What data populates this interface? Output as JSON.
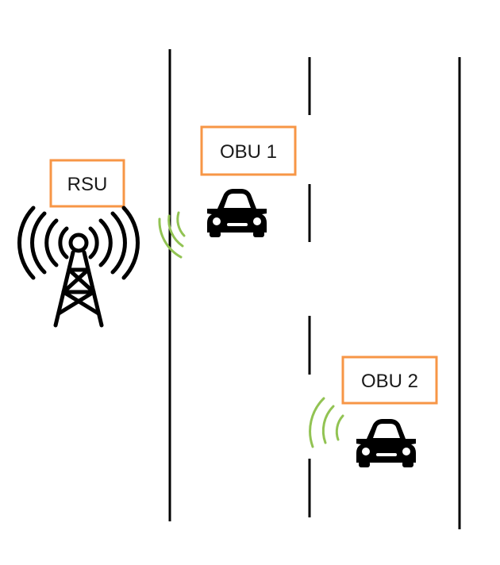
{
  "labels": {
    "rsu": "RSU",
    "obu1": "OBU 1",
    "obu2": "OBU 2"
  },
  "colors": {
    "label_border": "#F79646",
    "signal_wave": "#92C353",
    "ink": "#000000"
  },
  "icons": {
    "tower": "radio-tower-icon",
    "car": "car-icon",
    "wave": "wireless-signal-icon"
  }
}
